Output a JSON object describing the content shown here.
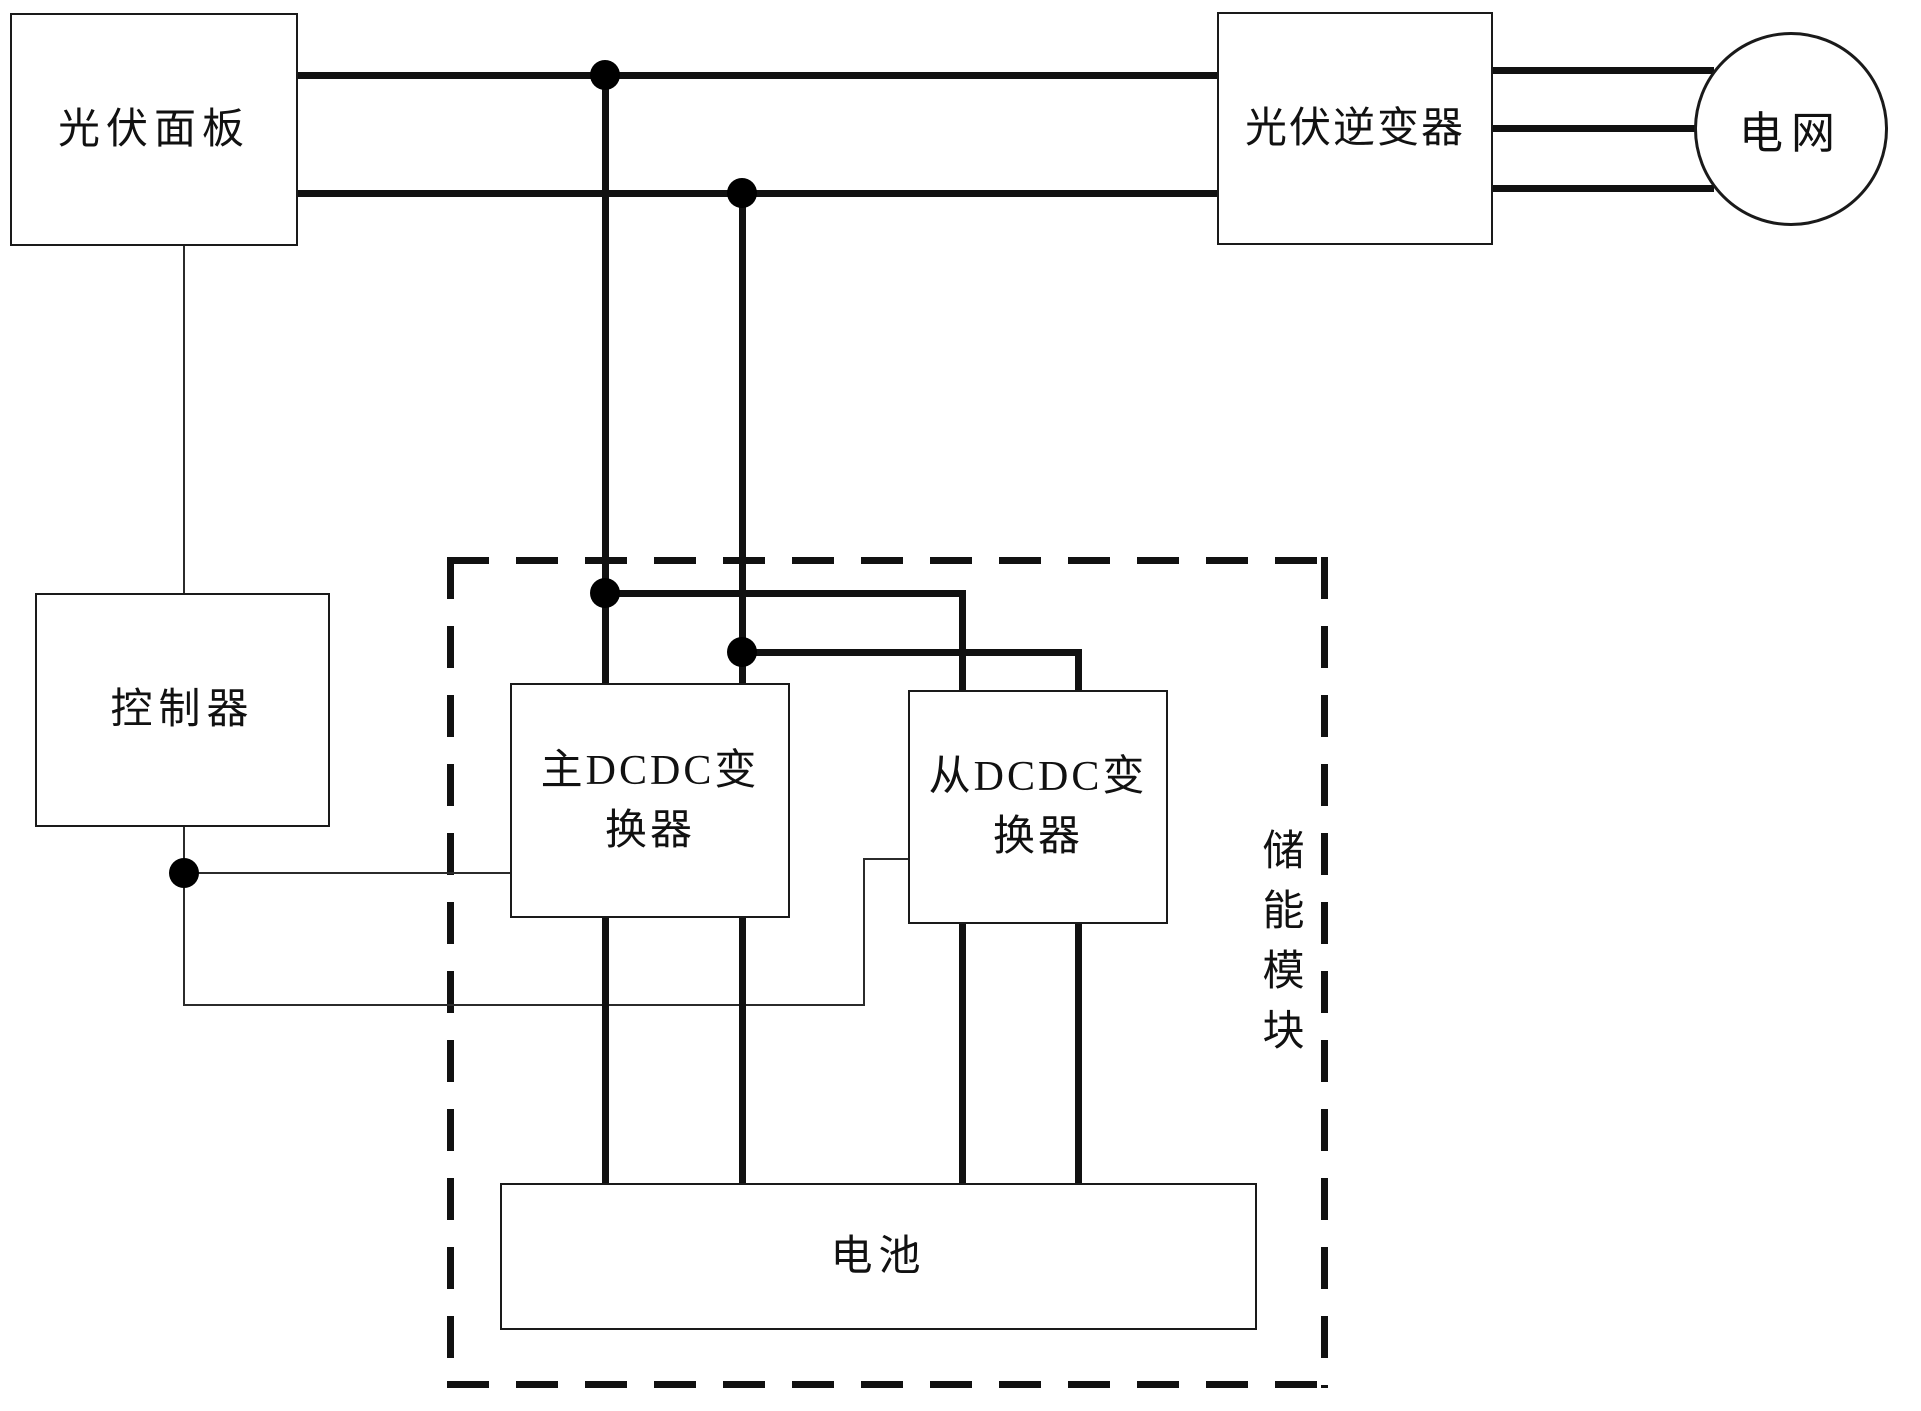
{
  "diagram": {
    "title_hint": "photovoltaic-storage-system-diagram",
    "background_color": "#ffffff",
    "line_color": "#111111",
    "nodes": {
      "pv_panel": {
        "label": "光伏面板"
      },
      "inverter": {
        "label": "光伏逆变器"
      },
      "grid": {
        "label": "电网"
      },
      "controller": {
        "label": "控制器"
      },
      "master_dcdc": {
        "label": "主DCDC变换器"
      },
      "slave_dcdc": {
        "label": "从DCDC变换器"
      },
      "battery": {
        "label": "电池"
      },
      "storage_module": {
        "label": "储能模块"
      }
    }
  }
}
